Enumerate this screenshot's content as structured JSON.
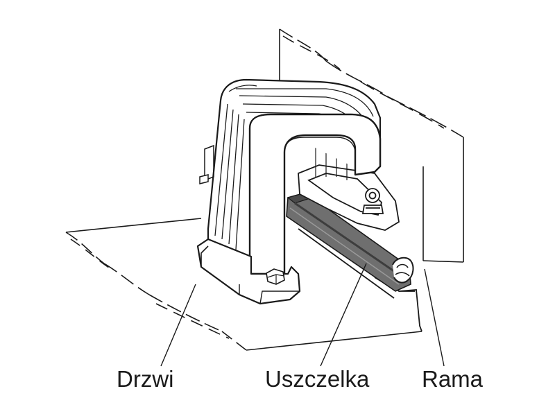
{
  "figure": {
    "labels": {
      "door": "Drzwi",
      "seal": "Uszczelka",
      "frame": "Rama"
    },
    "colors": {
      "line": "#1a1a1a",
      "seal_fill": "#6f6f6f",
      "seal_dark": "#3d3d3d",
      "body_fill": "#ffffff"
    }
  }
}
